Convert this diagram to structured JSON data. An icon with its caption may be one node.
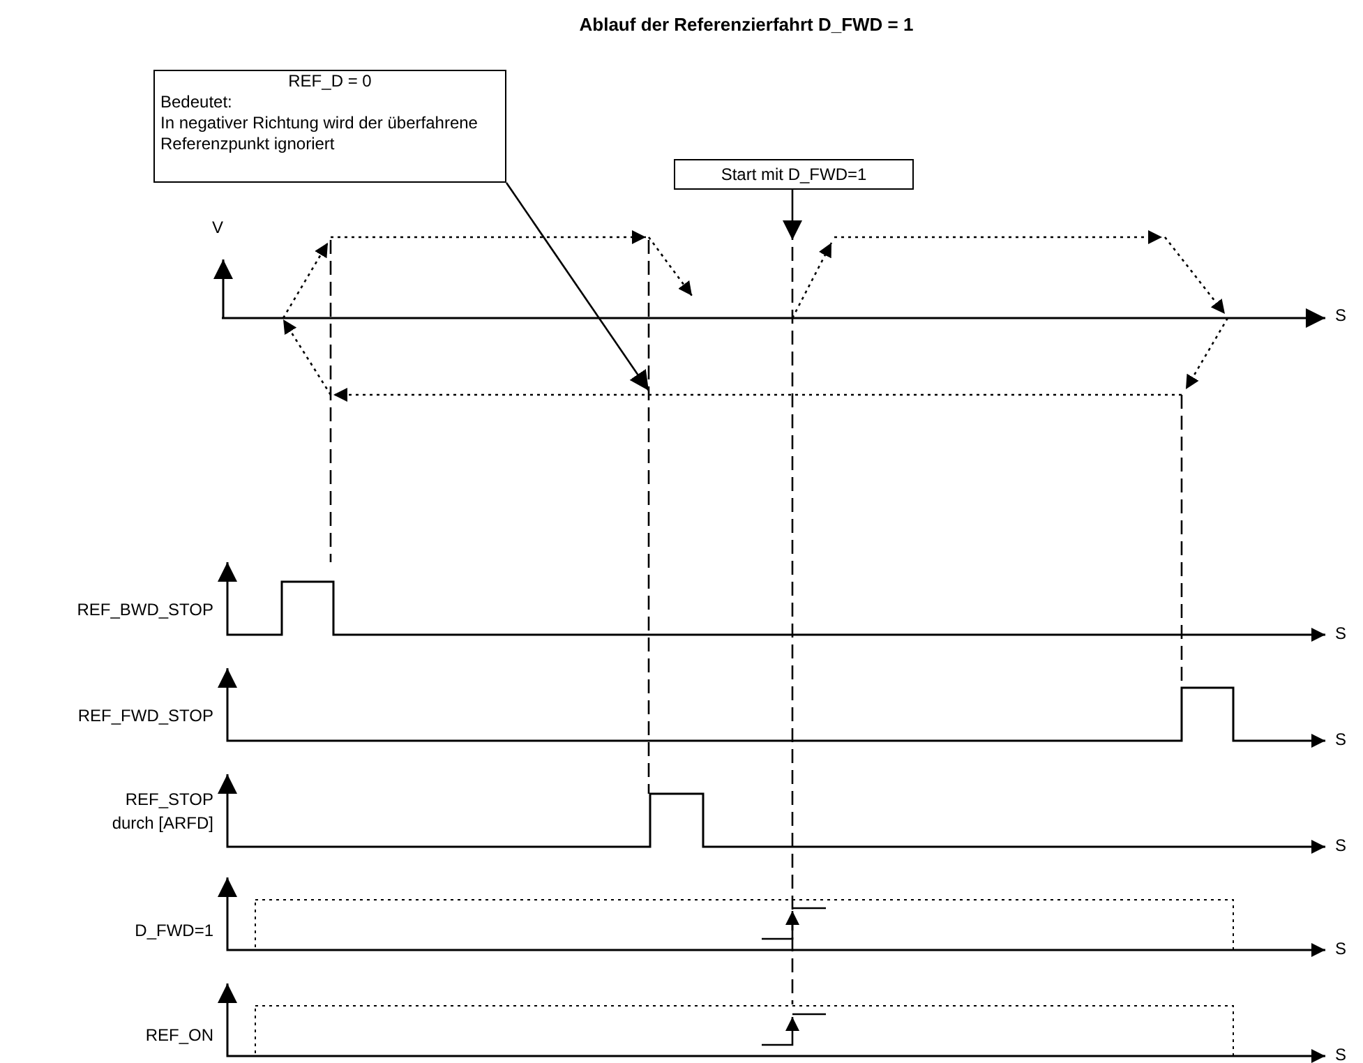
{
  "diagram": {
    "title": "Ablauf der Referenzierfahrt D_FWD = 1",
    "nodes": [
      {
        "text": [
          "REF_D = 0",
          "Bedeutet:",
          "In negativer Richtung wird der überfahrene Referenzpunkt ignoriert"
        ]
      },
      {
        "text": [
          "Start mit D_FWD=1"
        ]
      }
    ],
    "edges": [
      {
        "from": 0,
        "to": null,
        "arrow": "to"
      },
      {
        "from": 1,
        "to": null,
        "arrow": "to"
      }
    ],
    "labels": [
      "V",
      "S",
      "REF_BWD_STOP",
      "S",
      "REF_FWD_STOP",
      "S",
      "REF_STOP durch [ARFD]",
      "S",
      "D_FWD=1",
      "S",
      "REF_ON",
      "S"
    ]
  }
}
